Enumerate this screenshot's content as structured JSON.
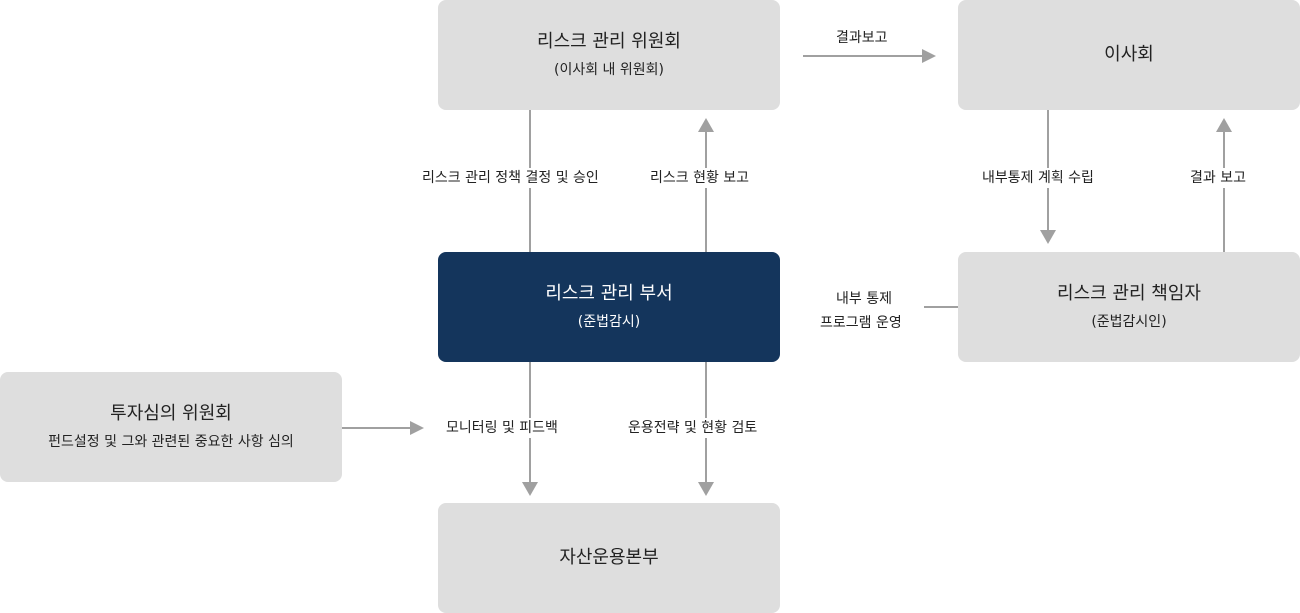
{
  "nodes": {
    "risk_committee": {
      "title": "리스크 관리 위원회",
      "subtitle": "(이사회 내 위원회)"
    },
    "board": {
      "title": "이사회"
    },
    "risk_dept": {
      "title": "리스크 관리 부서",
      "subtitle": "(준법감시)"
    },
    "risk_officer": {
      "title": "리스크 관리 책임자",
      "subtitle": "(준법감시인)"
    },
    "invest_committee": {
      "title": "투자심의 위원회",
      "subtitle": "펀드설정 및 그와 관련된 중요한 사항 심의"
    },
    "asset_mgmt": {
      "title": "자산운용본부"
    }
  },
  "edges": {
    "committee_to_board": "결과보고",
    "committee_to_dept": "리스크 관리 정책 결정 및 승인",
    "dept_to_committee": "리스크 현황 보고",
    "board_to_officer": "내부통제 계획 수립",
    "officer_to_board": "결과 보고",
    "officer_to_dept_line1": "내부 통제",
    "officer_to_dept_line2": "프로그램 운영",
    "dept_to_asset_monitor": "모니터링 및 피드백",
    "dept_to_asset_review": "운용전략 및 현황 검토"
  },
  "colors": {
    "box": "#dedede",
    "highlight": "#14355c",
    "arrow": "#a0a0a0"
  }
}
